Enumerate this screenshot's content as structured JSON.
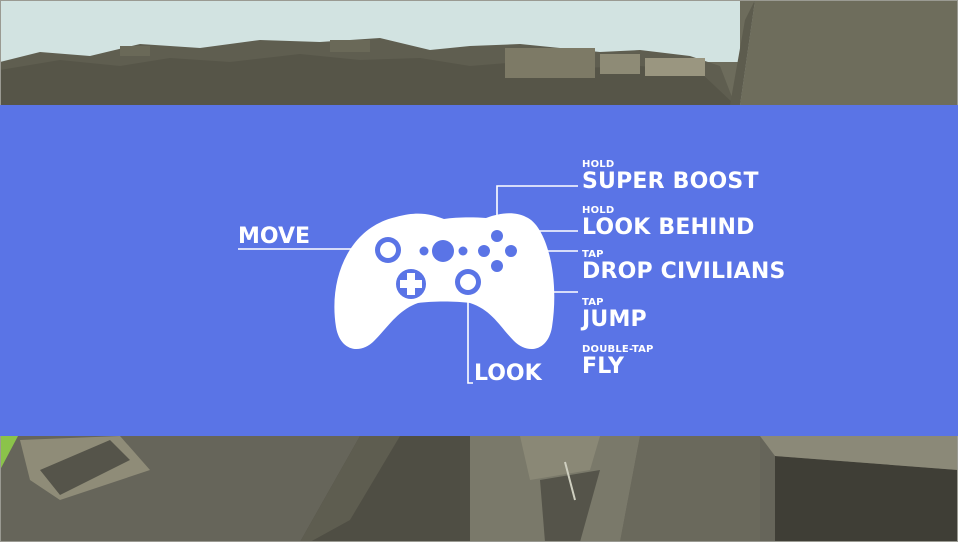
{
  "controls": {
    "move": "MOVE",
    "look": "LOOK",
    "actions": [
      {
        "mode": "HOLD",
        "action": "SUPER BOOST"
      },
      {
        "mode": "HOLD",
        "action": "LOOK BEHIND"
      },
      {
        "mode": "TAP",
        "action": "DROP CIVILIANS"
      },
      {
        "mode": "TAP",
        "action": "JUMP"
      },
      {
        "mode": "DOUBLE-TAP",
        "action": "FLY"
      }
    ]
  },
  "colors": {
    "overlay": "#5a74e6",
    "foreground": "#ffffff",
    "sky": "#d4e4e2",
    "buildings": "#6b6a58",
    "grass": "#8bc34a"
  },
  "icons": [
    "gamepad-icon",
    "left-stick-icon",
    "right-stick-icon",
    "dpad-icon",
    "face-buttons-icon"
  ]
}
